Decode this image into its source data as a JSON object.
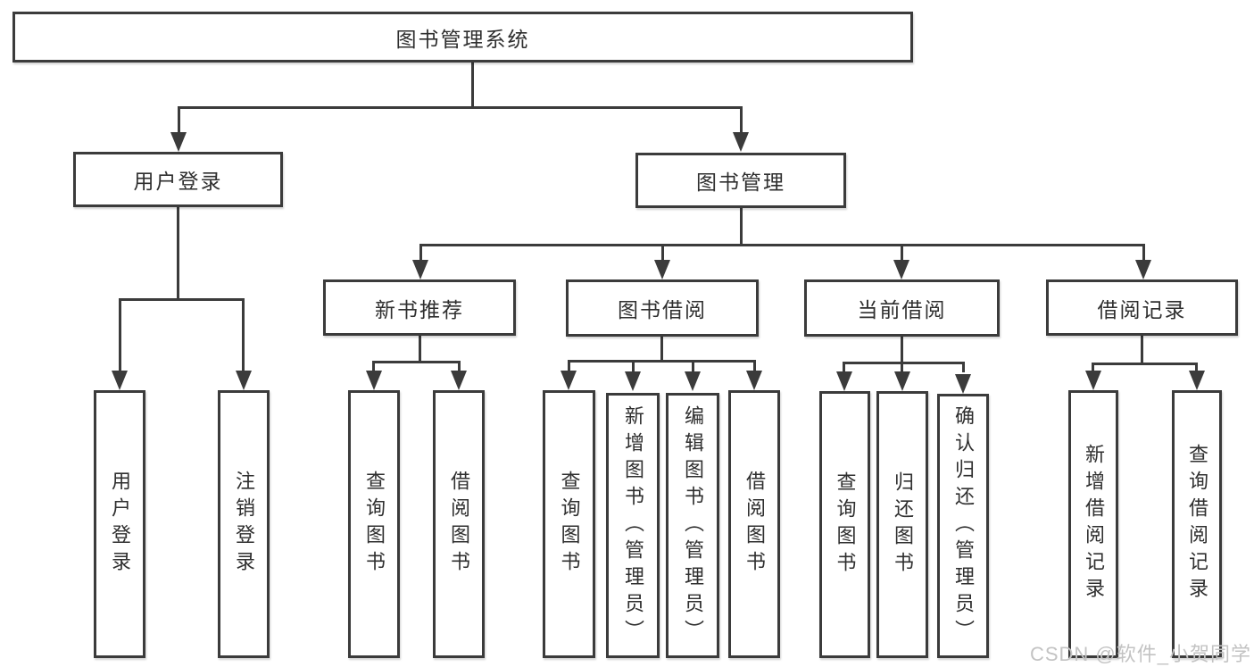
{
  "diagram_title": "图书管理系统",
  "colors": {
    "line": "#3b3b3b",
    "text": "#2f2f2f",
    "background": "#ffffff",
    "watermark_text": "#c3c3c3"
  },
  "watermark": "CSDN @软件_小贺同学",
  "nodes": {
    "root": "图书管理系统",
    "user_login": "用户登录",
    "book_mgmt": "图书管理",
    "new_book_rec": "新书推荐",
    "book_borrow": "图书借阅",
    "current_borrow": "当前借阅",
    "borrow_records": "借阅记录",
    "leaf_user_login": "用户登录",
    "leaf_logout": "注销登录",
    "leaf_nbr_query": "查询图书",
    "leaf_nbr_borrow": "借阅图书",
    "leaf_bb_query": "查询图书",
    "leaf_bb_add": "新增图书（管理员）",
    "leaf_bb_edit": "编辑图书（管理员）",
    "leaf_bb_borrow": "借阅图书",
    "leaf_cb_query": "查询图书",
    "leaf_cb_return": "归还图书",
    "leaf_cb_confirm": "确认归还（管理员）",
    "leaf_br_add": "新增借阅记录",
    "leaf_br_query": "查询借阅记录"
  }
}
